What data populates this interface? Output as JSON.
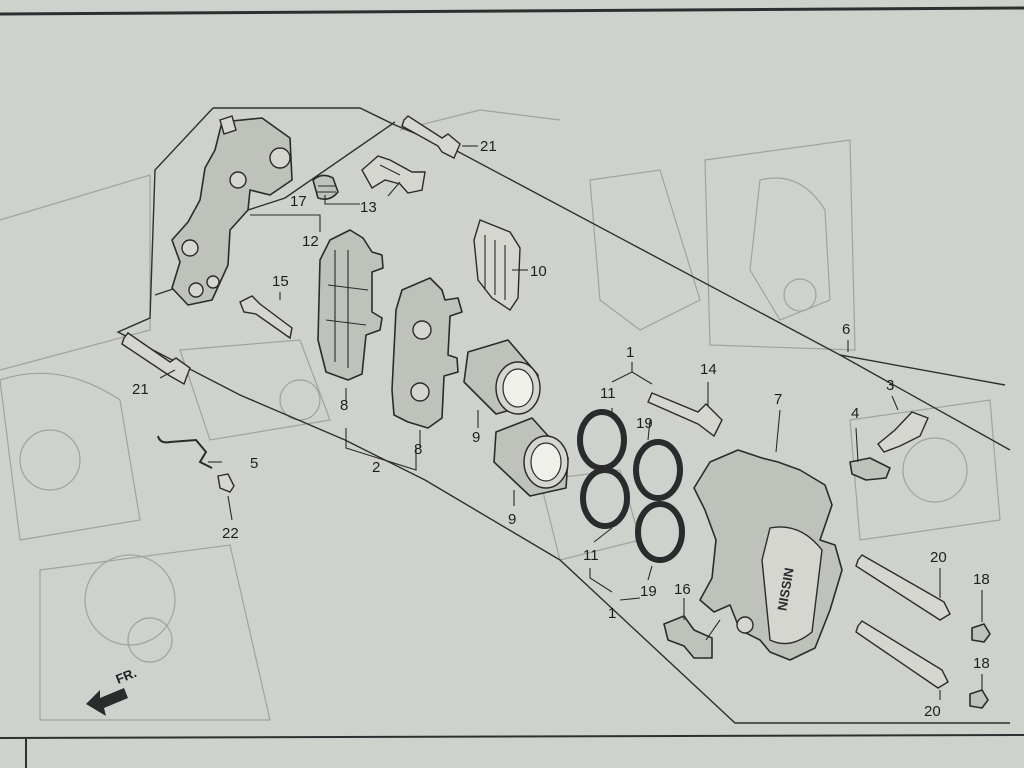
{
  "diagram": {
    "callouts": {
      "c1a": "1",
      "c1b": "1",
      "c2": "2",
      "c3": "3",
      "c4": "4",
      "c5": "5",
      "c6": "6",
      "c7": "7",
      "c8a": "8",
      "c8b": "8",
      "c9a": "9",
      "c9b": "9",
      "c10": "10",
      "c11a": "11",
      "c11b": "11",
      "c12": "12",
      "c13": "13",
      "c14": "14",
      "c15": "15",
      "c16": "16",
      "c17": "17",
      "c18a": "18",
      "c18b": "18",
      "c19a": "19",
      "c19b": "19",
      "c20a": "20",
      "c20b": "20",
      "c21a": "21",
      "c21b": "21",
      "c22": "22"
    },
    "direction_label": "FR.",
    "caliper_marking": "NISSIN"
  },
  "colors": {
    "paper": "#cfd2cc",
    "ink": "#1e1f22",
    "ghost": "#9ea39b"
  }
}
